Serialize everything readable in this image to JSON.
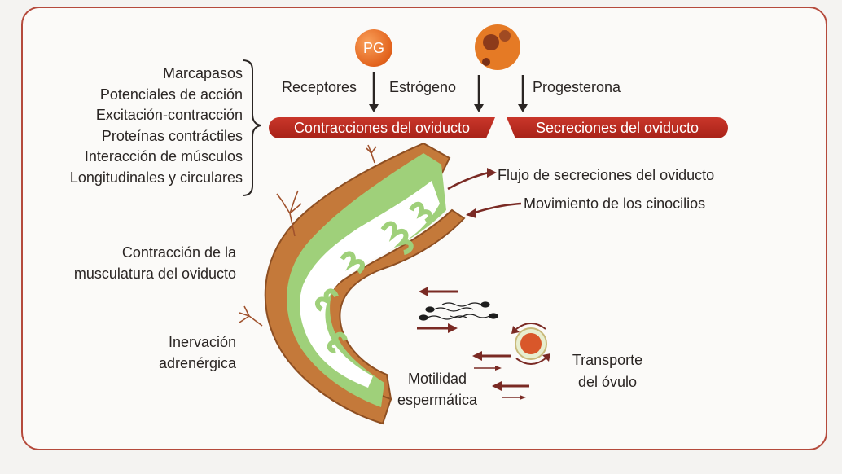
{
  "left_list": [
    "Marcapasos",
    "Potenciales de acción",
    "Excitación-contracción",
    "Proteínas contráctiles",
    "Interacción de músculos",
    "Longitudinales y circulares"
  ],
  "pg_label": "PG",
  "receptores": "Receptores",
  "estrogeno": "Estrógeno",
  "progesterona": "Progesterona",
  "banner_left": "Contracciones del oviducto",
  "banner_right": "Secreciones del oviducto",
  "flujo": "Flujo de secreciones del oviducto",
  "movimiento": "Movimiento de los cinocilios",
  "contraccion_1": "Contracción de la",
  "contraccion_2": "musculatura del oviducto",
  "inervacion_1": "Inervación",
  "inervacion_2": "adrenérgica",
  "motilidad_1": "Motilidad",
  "motilidad_2": "espermática",
  "transporte_1": "Transporte",
  "transporte_2": "del óvulo",
  "colors": {
    "accent_red": "#b5281e",
    "tissue_green": "#9fd07a",
    "muscle_brown": "#c4793a",
    "arrow_dark": "#7a2a24"
  }
}
